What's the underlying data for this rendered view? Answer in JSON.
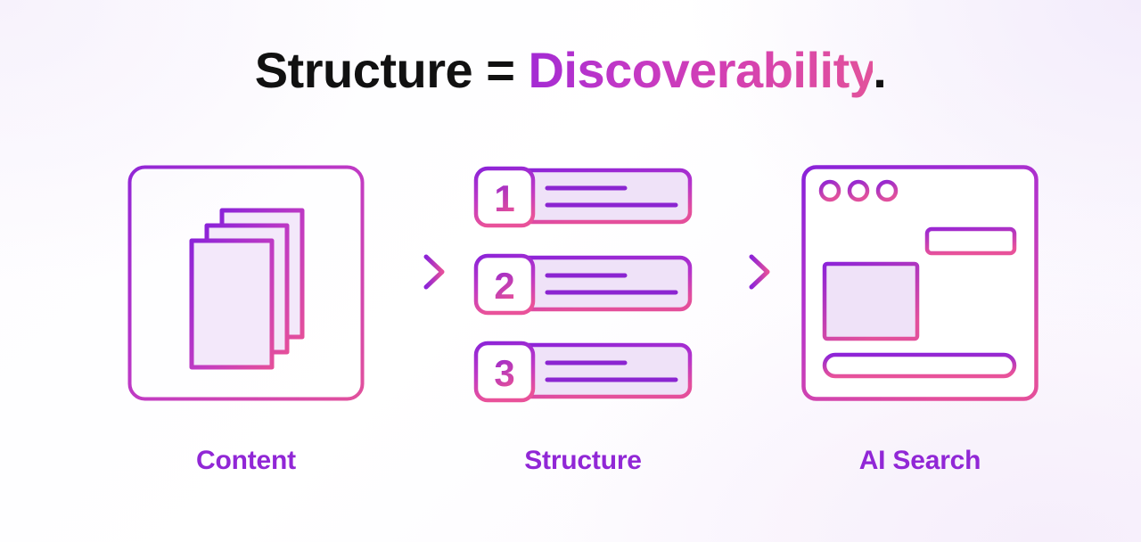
{
  "title": {
    "plain": "Structure = ",
    "gradient": "Discoverability",
    "dot": "."
  },
  "colors": {
    "purple": "#9127d6",
    "magenta": "#c238c6",
    "pink": "#e2519c",
    "panel_fill": "#efe2f8",
    "line_purple": "#8b25d1",
    "text_black": "#111111",
    "background": "#ffffff"
  },
  "stages": [
    {
      "id": "content",
      "caption": "Content",
      "icon": "document-stack-icon",
      "sheets": 3,
      "text_lines": [
        {
          "width_pct": 74
        },
        {
          "width_pct": 74
        },
        {
          "width_pct": 64
        },
        {
          "width_pct": 70
        },
        {
          "width_pct": 52
        }
      ]
    },
    {
      "id": "structure",
      "caption": "Structure",
      "icon": "numbered-list-icon",
      "items": [
        {
          "number": "1",
          "lines": [
            {
              "width_pct": 50
            },
            {
              "width_pct": 86
            }
          ]
        },
        {
          "number": "2",
          "lines": [
            {
              "width_pct": 50
            },
            {
              "width_pct": 86
            }
          ]
        },
        {
          "number": "3",
          "lines": [
            {
              "width_pct": 50
            },
            {
              "width_pct": 86
            }
          ]
        }
      ]
    },
    {
      "id": "browser",
      "caption": "AI Search",
      "icon": "browser-window-icon",
      "window_dots": 3,
      "elements": [
        {
          "name": "top-right-field"
        },
        {
          "name": "content-block"
        },
        {
          "name": "bottom-search-bar"
        }
      ]
    }
  ],
  "arrows": [
    {
      "id": "arrow-1",
      "label": "content-to-structure-arrow"
    },
    {
      "id": "arrow-2",
      "label": "structure-to-browser-arrow"
    }
  ]
}
